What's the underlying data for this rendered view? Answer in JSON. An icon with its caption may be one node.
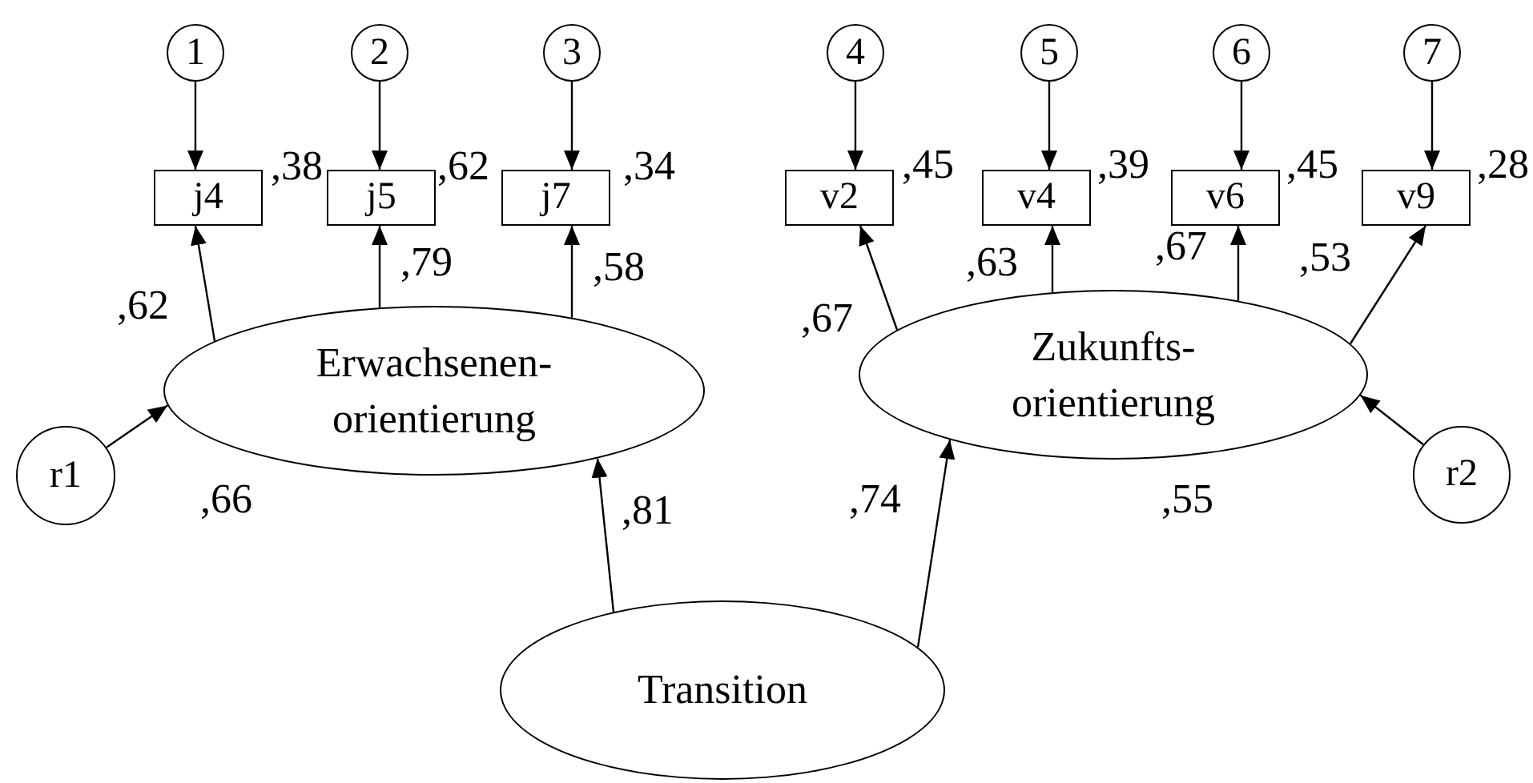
{
  "diagram": {
    "nodes": [
      {
        "text": [
          "1"
        ]
      },
      {
        "text": [
          "2"
        ]
      },
      {
        "text": [
          "3"
        ]
      },
      {
        "text": [
          "4"
        ]
      },
      {
        "text": [
          "5"
        ]
      },
      {
        "text": [
          "6"
        ]
      },
      {
        "text": [
          "7"
        ]
      },
      {
        "text": [
          "j4"
        ],
        "beside": [
          ",38"
        ]
      },
      {
        "text": [
          "j5"
        ],
        "beside": [
          ",62"
        ]
      },
      {
        "text": [
          "j7"
        ],
        "beside": [
          ",34"
        ]
      },
      {
        "text": [
          "v2"
        ],
        "beside": [
          ",45"
        ]
      },
      {
        "text": [
          "v4"
        ],
        "beside": [
          ",39"
        ]
      },
      {
        "text": [
          "v6"
        ],
        "beside": [
          ",45"
        ]
      },
      {
        "text": [
          "v9"
        ],
        "beside": [
          ",28"
        ]
      },
      {
        "text": [
          "Erwachsenen- orientierung"
        ],
        "beside": [
          ",66"
        ]
      },
      {
        "text": [
          "Zukunfts- orientierung"
        ],
        "beside": [
          ",55"
        ]
      },
      {
        "text": [
          "r1"
        ]
      },
      {
        "text": [
          "r2"
        ]
      },
      {
        "text": [
          "Transition"
        ]
      }
    ],
    "edges": [
      {
        "from": 0,
        "to": 7,
        "arrow": "to"
      },
      {
        "from": 1,
        "to": 8,
        "arrow": "to"
      },
      {
        "from": 2,
        "to": 9,
        "arrow": "to"
      },
      {
        "from": 3,
        "to": 10,
        "arrow": "to"
      },
      {
        "from": 4,
        "to": 11,
        "arrow": "to"
      },
      {
        "from": 5,
        "to": 12,
        "arrow": "to"
      },
      {
        "from": 6,
        "to": 13,
        "arrow": "to"
      },
      {
        "from": 14,
        "to": 7,
        "arrow": "to",
        "label": ",62"
      },
      {
        "from": 14,
        "to": 8,
        "arrow": "to",
        "label": ",79"
      },
      {
        "from": 14,
        "to": 9,
        "arrow": "to",
        "label": ",58"
      },
      {
        "from": 15,
        "to": 10,
        "arrow": "to",
        "label": ",67"
      },
      {
        "from": 15,
        "to": 11,
        "arrow": "to",
        "label": ",63"
      },
      {
        "from": 15,
        "to": 12,
        "arrow": "to",
        "label": ",67"
      },
      {
        "from": 15,
        "to": 13,
        "arrow": "to",
        "label": ",53"
      },
      {
        "from": 16,
        "to": 14,
        "arrow": "to"
      },
      {
        "from": 17,
        "to": 15,
        "arrow": "to"
      },
      {
        "from": 18,
        "to": 14,
        "arrow": "to",
        "label": ",81"
      },
      {
        "from": 18,
        "to": 15,
        "arrow": "to",
        "label": ",74"
      }
    ]
  }
}
